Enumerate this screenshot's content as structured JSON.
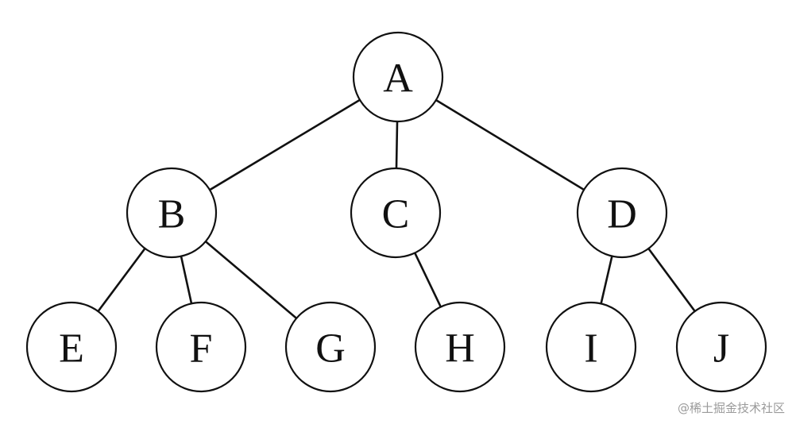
{
  "tree": {
    "nodes": [
      {
        "id": "A",
        "label": "A"
      },
      {
        "id": "B",
        "label": "B"
      },
      {
        "id": "C",
        "label": "C"
      },
      {
        "id": "D",
        "label": "D"
      },
      {
        "id": "E",
        "label": "E"
      },
      {
        "id": "F",
        "label": "F"
      },
      {
        "id": "G",
        "label": "G"
      },
      {
        "id": "H",
        "label": "H"
      },
      {
        "id": "I",
        "label": "I"
      },
      {
        "id": "J",
        "label": "J"
      }
    ],
    "edges": [
      [
        "A",
        "B"
      ],
      [
        "A",
        "C"
      ],
      [
        "A",
        "D"
      ],
      [
        "B",
        "E"
      ],
      [
        "B",
        "F"
      ],
      [
        "B",
        "G"
      ],
      [
        "C",
        "H"
      ],
      [
        "D",
        "I"
      ],
      [
        "D",
        "J"
      ]
    ]
  },
  "watermark": {
    "text": "@稀土掘金技术社区"
  },
  "colors": {
    "stroke": "#111111",
    "fill": "#ffffff",
    "watermark": "#9a9a9a"
  }
}
